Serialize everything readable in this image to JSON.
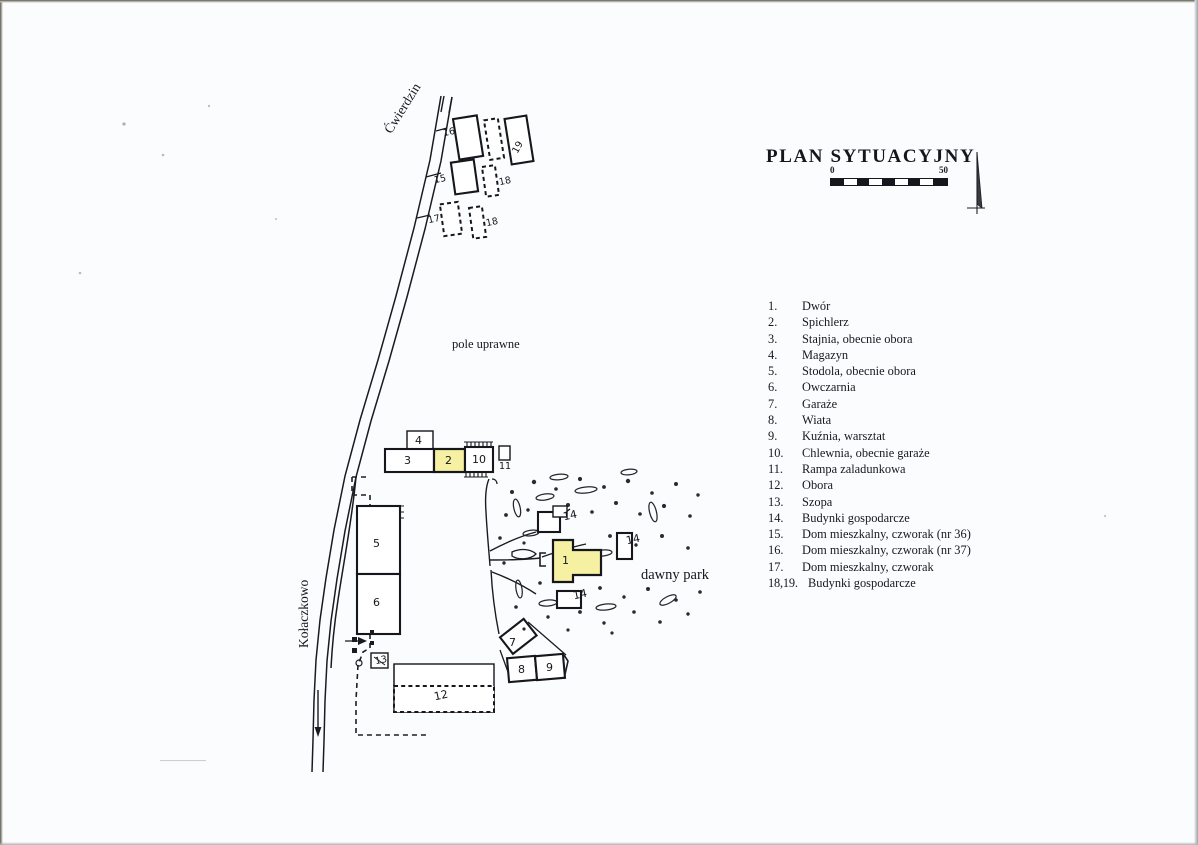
{
  "document": {
    "title": "PLAN SYTUACYJNY",
    "scale_bar": {
      "min": "0",
      "max": "50"
    },
    "north_arrow": "north-arrow-icon"
  },
  "legend": {
    "items": [
      {
        "num": "1.",
        "label": "Dwór"
      },
      {
        "num": "2.",
        "label": "Spichlerz"
      },
      {
        "num": "3.",
        "label": "Stajnia, obecnie obora"
      },
      {
        "num": "4.",
        "label": "Magazyn"
      },
      {
        "num": "5.",
        "label": "Stodola, obecnie obora"
      },
      {
        "num": "6.",
        "label": "Owczarnia"
      },
      {
        "num": "7.",
        "label": "Garaże"
      },
      {
        "num": "8.",
        "label": "Wiata"
      },
      {
        "num": "9.",
        "label": "Kuźnia, warsztat"
      },
      {
        "num": "10.",
        "label": "Chlewnia, obecnie garaże"
      },
      {
        "num": "11.",
        "label": "Rampa zaladunkowa"
      },
      {
        "num": "12.",
        "label": "Obora"
      },
      {
        "num": "13.",
        "label": "Szopa"
      },
      {
        "num": "14.",
        "label": "Budynki gospodarcze"
      },
      {
        "num": "15.",
        "label": "Dom mieszkalny, czworak (nr 36)"
      },
      {
        "num": "16.",
        "label": "Dom mieszkalny, czworak (nr 37)"
      },
      {
        "num": "17.",
        "label": "Dom mieszkalny, czworak"
      },
      {
        "num": "18,19.",
        "label": "Budynki gospodarcze"
      }
    ]
  },
  "map": {
    "area_labels": [
      {
        "id": "pole-uprawne",
        "text": "pole uprawne"
      },
      {
        "id": "dawny-park",
        "text": "dawny park"
      }
    ],
    "road_labels": [
      {
        "id": "cwierdzin",
        "text": "Ćwierdzin"
      },
      {
        "id": "kolaczkowo",
        "text": "Kołaczkowo"
      }
    ],
    "building_numbers": [
      {
        "id": "b1",
        "text": "1"
      },
      {
        "id": "b2",
        "text": "2"
      },
      {
        "id": "b3",
        "text": "3"
      },
      {
        "id": "b4",
        "text": "4"
      },
      {
        "id": "b5",
        "text": "5"
      },
      {
        "id": "b6",
        "text": "6"
      },
      {
        "id": "b7",
        "text": "7"
      },
      {
        "id": "b8",
        "text": "8"
      },
      {
        "id": "b9",
        "text": "9"
      },
      {
        "id": "b10",
        "text": "10"
      },
      {
        "id": "b11",
        "text": "11"
      },
      {
        "id": "b12",
        "text": "12"
      },
      {
        "id": "b13",
        "text": "13"
      },
      {
        "id": "b14a",
        "text": "14"
      },
      {
        "id": "b14b",
        "text": "14"
      },
      {
        "id": "b14c",
        "text": "14"
      },
      {
        "id": "b15",
        "text": "15"
      },
      {
        "id": "b16",
        "text": "16"
      },
      {
        "id": "b17",
        "text": "17"
      },
      {
        "id": "b18a",
        "text": "18"
      },
      {
        "id": "b18b",
        "text": "18"
      },
      {
        "id": "b19",
        "text": "19"
      }
    ],
    "highlighted_buildings": [
      "1",
      "2"
    ],
    "highlight_color": "#f6f0a2"
  }
}
